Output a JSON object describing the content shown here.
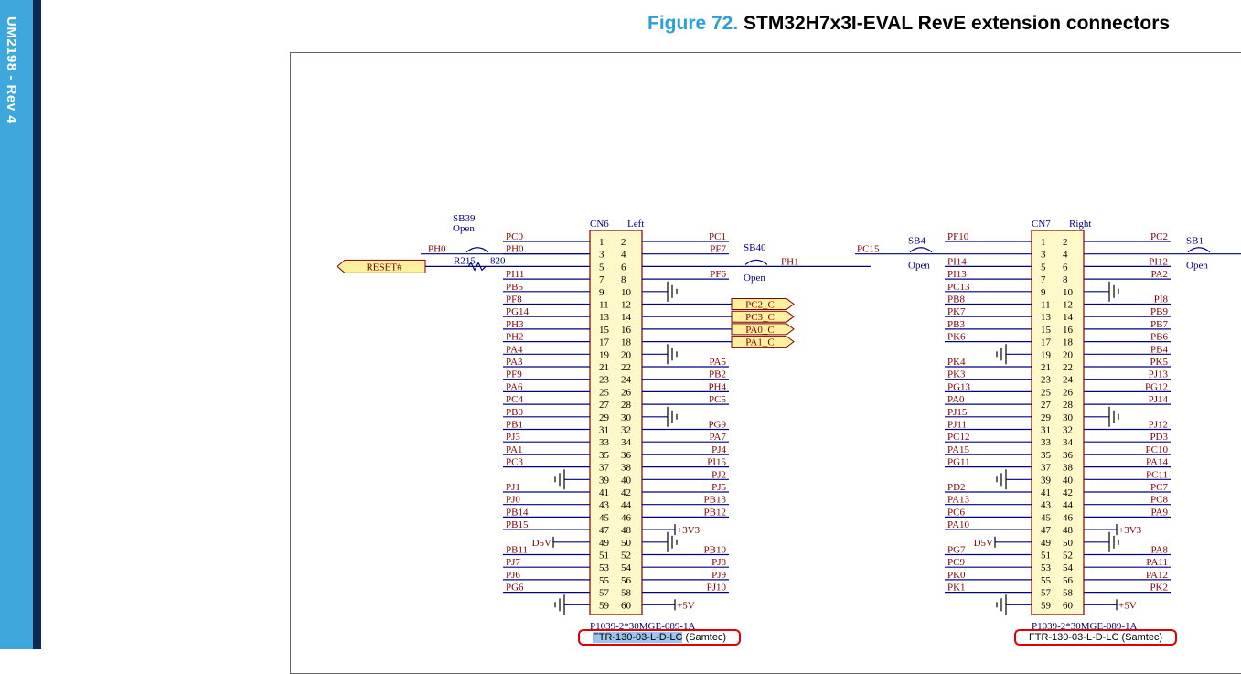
{
  "side_label": "UM2198 - Rev 4",
  "figure": {
    "number": "Figure 72.",
    "title": "STM32H7x3I-EVAL RevE extension connectors"
  },
  "left": {
    "ref": "CN6",
    "side": "Left",
    "footprint": "P1039-2*30MGE-089-1A",
    "part_main": "FTR-130-03-L-D-LC",
    "part_suffix": " (Samtec)",
    "left_signals": [
      "PC0",
      "PH0",
      "",
      "PI11",
      "PB5",
      "PF8",
      "PG14",
      "PH3",
      "PH2",
      "PA4",
      "PA3",
      "PF9",
      "PA6",
      "PC4",
      "PB0",
      "PB1",
      "PJ3",
      "PA1",
      "PC3",
      "",
      "PJ1",
      "PJ0",
      "PB14",
      "PB15",
      "",
      "PB11",
      "PJ7",
      "PJ6",
      "PG6",
      ""
    ],
    "right_signals": [
      "PC1",
      "PF7",
      "",
      "PF6",
      "",
      "",
      "",
      "",
      "",
      "",
      "PA5",
      "PB2",
      "PH4",
      "PC5",
      "",
      "PG9",
      "PA7",
      "PJ4",
      "PI15",
      "PJ2",
      "PJ5",
      "PB13",
      "PB12",
      "",
      "",
      "PB10",
      "PJ8",
      "PJ9",
      "PJ10",
      ""
    ],
    "sb_left": {
      "name": "SB39",
      "state": "Open"
    },
    "sb_right": {
      "name": "SB40",
      "state": "Open",
      "net": "PH1"
    },
    "resistor": {
      "name": "R215",
      "value": "820"
    },
    "reset_flag": "RESET#",
    "analog_flags": [
      "PC2_C",
      "PC3_C",
      "PA0_C",
      "PA1_C"
    ],
    "d5v": "D5V",
    "v33": "+3V3",
    "v5": "+5V"
  },
  "right": {
    "ref": "CN7",
    "side": "Right",
    "footprint": "P1039-2*30MGE-089-1A",
    "part_main": "FTR-130-03-L-D-LC",
    "part_suffix": " (Samtec)",
    "left_signals": [
      "PF10",
      "",
      "PI14",
      "PI13",
      "PC13",
      "PB8",
      "PK7",
      "PB3",
      "PK6",
      "",
      "PK4",
      "PK3",
      "PG13",
      "PA0",
      "PJ15",
      "PJ11",
      "PC12",
      "PA15",
      "PG11",
      "",
      "PD2",
      "PA13",
      "PC6",
      "PA10",
      "",
      "PG7",
      "PC9",
      "PK0",
      "PK1",
      ""
    ],
    "right_signals": [
      "PC2",
      "",
      "PI12",
      "PA2",
      "",
      "PI8",
      "PB9",
      "PB7",
      "PB6",
      "PB4",
      "PK5",
      "PJ13",
      "PG12",
      "PJ14",
      "",
      "PJ12",
      "PD3",
      "PC10",
      "PA14",
      "PC11",
      "PC7",
      "PC8",
      "PA9",
      "",
      "",
      "PA8",
      "PA11",
      "PA12",
      "PK2",
      ""
    ],
    "sb_left": {
      "name": "SB4",
      "state": "Open",
      "net": "PC15"
    },
    "sb_right": {
      "name": "SB1",
      "state": "Open"
    },
    "d5v": "D5V",
    "v33": "+3V3",
    "v5": "+5V"
  },
  "pin_numbers_left": [
    "1",
    "3",
    "5",
    "7",
    "9",
    "11",
    "13",
    "15",
    "17",
    "19",
    "21",
    "23",
    "25",
    "27",
    "29",
    "31",
    "33",
    "35",
    "37",
    "39",
    "41",
    "43",
    "45",
    "47",
    "49",
    "51",
    "53",
    "55",
    "57",
    "59"
  ],
  "pin_numbers_right": [
    "2",
    "4",
    "6",
    "8",
    "10",
    "12",
    "14",
    "16",
    "18",
    "20",
    "22",
    "24",
    "26",
    "28",
    "30",
    "32",
    "34",
    "36",
    "38",
    "40",
    "42",
    "44",
    "46",
    "48",
    "50",
    "52",
    "54",
    "56",
    "58",
    "60"
  ]
}
